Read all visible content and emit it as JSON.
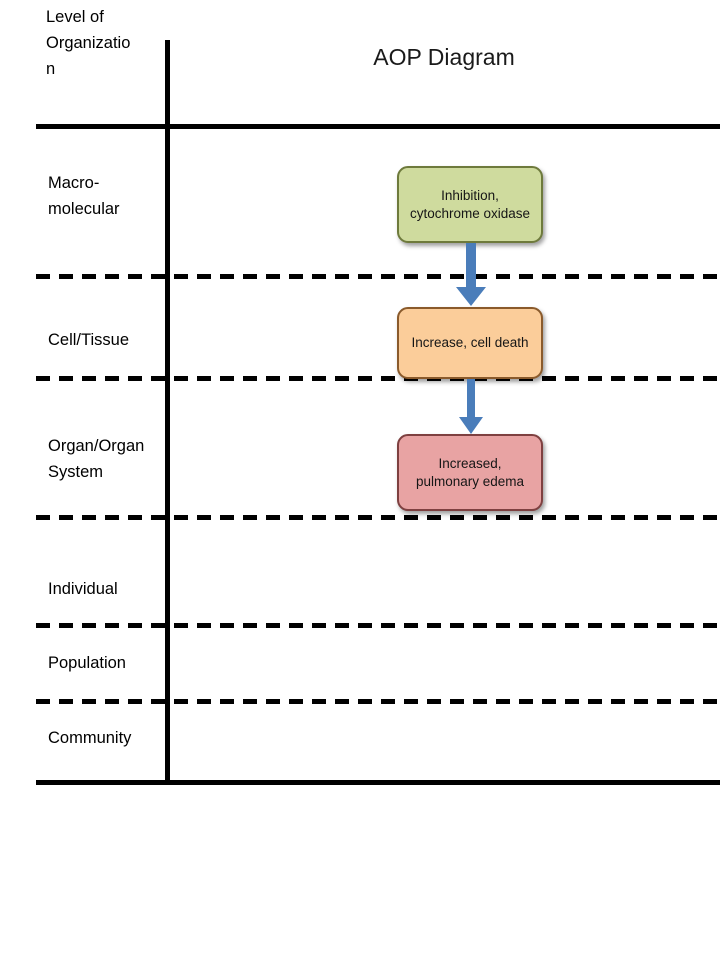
{
  "diagram": {
    "title": "AOP Diagram",
    "axis_header": "Level of\nOrganizatio\nn",
    "accent_arrow_color": "#4a7dba",
    "axis_line_color": "#000000",
    "background_color": "#ffffff",
    "rows": [
      {
        "label": "Macro-\nmolecular",
        "name": "macromolecular"
      },
      {
        "label": "Cell/Tissue",
        "name": "cell-tissue"
      },
      {
        "label": "Organ/Organ\nSystem",
        "name": "organ-organ-system"
      },
      {
        "label": "Individual",
        "name": "individual"
      },
      {
        "label": "Population",
        "name": "population"
      },
      {
        "label": "Community",
        "name": "community"
      }
    ],
    "nodes": [
      {
        "text": "Inhibition,\ncytochrome oxidase",
        "name": "node-inhibition-cytochrome-oxidase",
        "fill": "#cfdb9e",
        "border": "#6e7a3c",
        "row": "macromolecular"
      },
      {
        "text": "Increase, cell death",
        "name": "node-increase-cell-death",
        "fill": "#fbcd9a",
        "border": "#8a5a2b",
        "row": "cell-tissue"
      },
      {
        "text": "Increased,\npulmonary edema",
        "name": "node-increased-pulmonary-edema",
        "fill": "#e8a3a3",
        "border": "#7e4040",
        "row": "organ-organ-system"
      }
    ],
    "arrows": [
      {
        "name": "arrow-inhibition-to-cell-death",
        "color": "#4a7dba"
      },
      {
        "name": "arrow-cell-death-to-pulmonary-edema",
        "color": "#4a7dba"
      }
    ]
  }
}
